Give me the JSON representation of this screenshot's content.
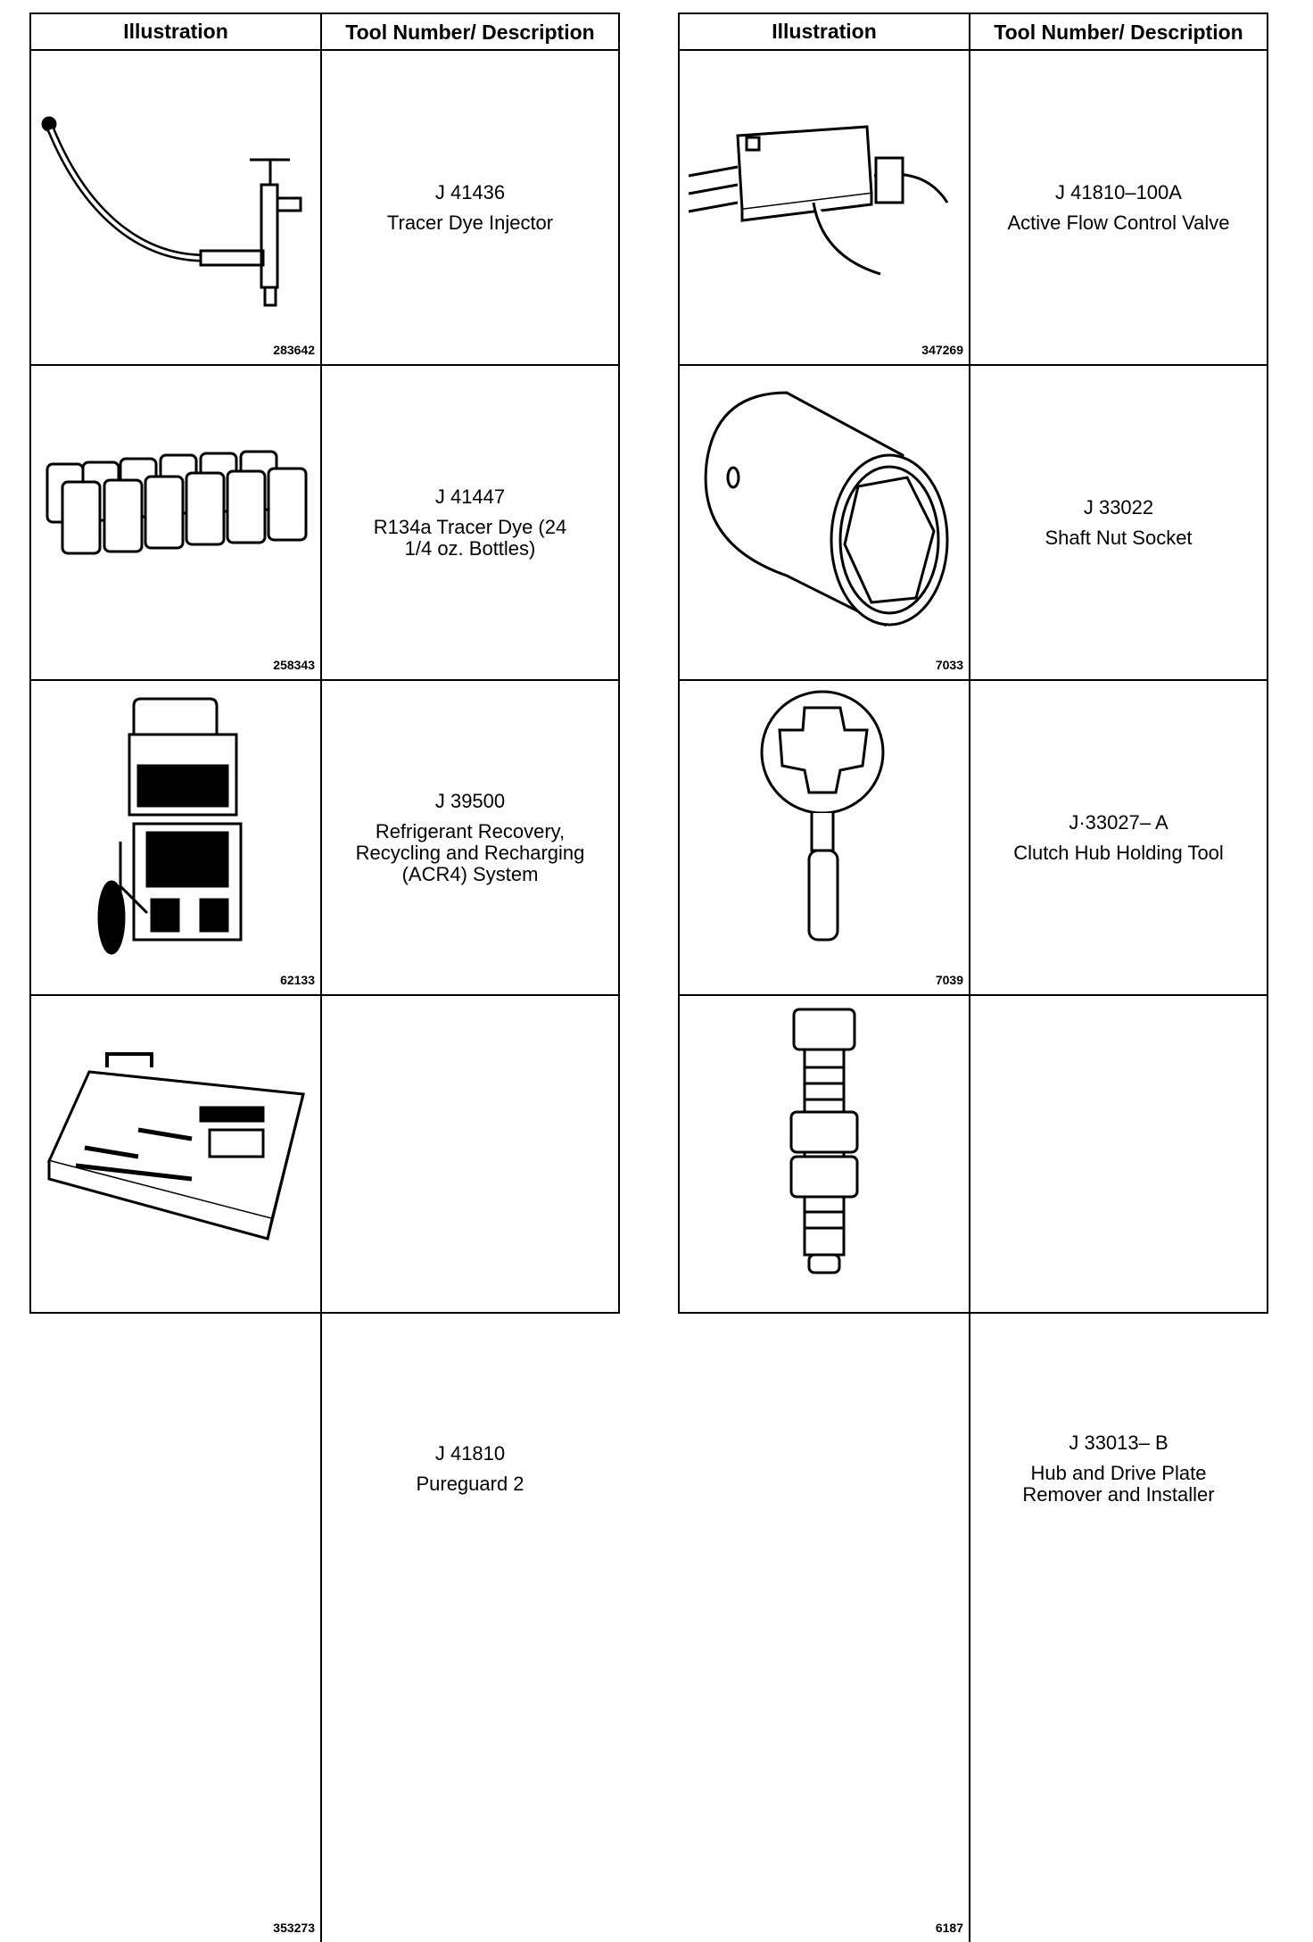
{
  "left_table": {
    "header": {
      "illustration": "Illustration",
      "tool": "Tool Number/ Description"
    },
    "rows": [
      {
        "number": "J 41436",
        "description": "Tracer Dye Injector",
        "figure": "283642",
        "icon": "dye-injector-icon"
      },
      {
        "number": "J 41447",
        "description": "R134a Tracer Dye (24\n1/4 oz. Bottles)",
        "figure": "258343",
        "icon": "dye-bottles-icon"
      },
      {
        "number": "J 39500",
        "description": "Refrigerant Recovery,\nRecycling and Recharging\n(ACR4) System",
        "figure": "62133",
        "icon": "recovery-cart-icon"
      },
      {
        "number": "J 41810",
        "description": "Pureguard 2",
        "figure": "353273",
        "icon": "pureguard-unit-icon"
      }
    ]
  },
  "right_table": {
    "header": {
      "illustration": "Illustration",
      "tool": "Tool Number/ Description"
    },
    "rows": [
      {
        "number": "J 41810–100A",
        "description": "Active Flow Control Valve",
        "figure": "347269",
        "icon": "flow-valve-icon"
      },
      {
        "number": "J 33022",
        "description": "Shaft Nut Socket",
        "figure": "7033",
        "icon": "socket-icon"
      },
      {
        "number": "J·33027– A",
        "description": "Clutch Hub Holding Tool",
        "figure": "7039",
        "icon": "hub-holder-icon"
      },
      {
        "number": "J 33013– B",
        "description": "Hub and Drive Plate\nRemover and Installer",
        "figure": "6187",
        "icon": "bolt-installer-icon"
      }
    ]
  }
}
